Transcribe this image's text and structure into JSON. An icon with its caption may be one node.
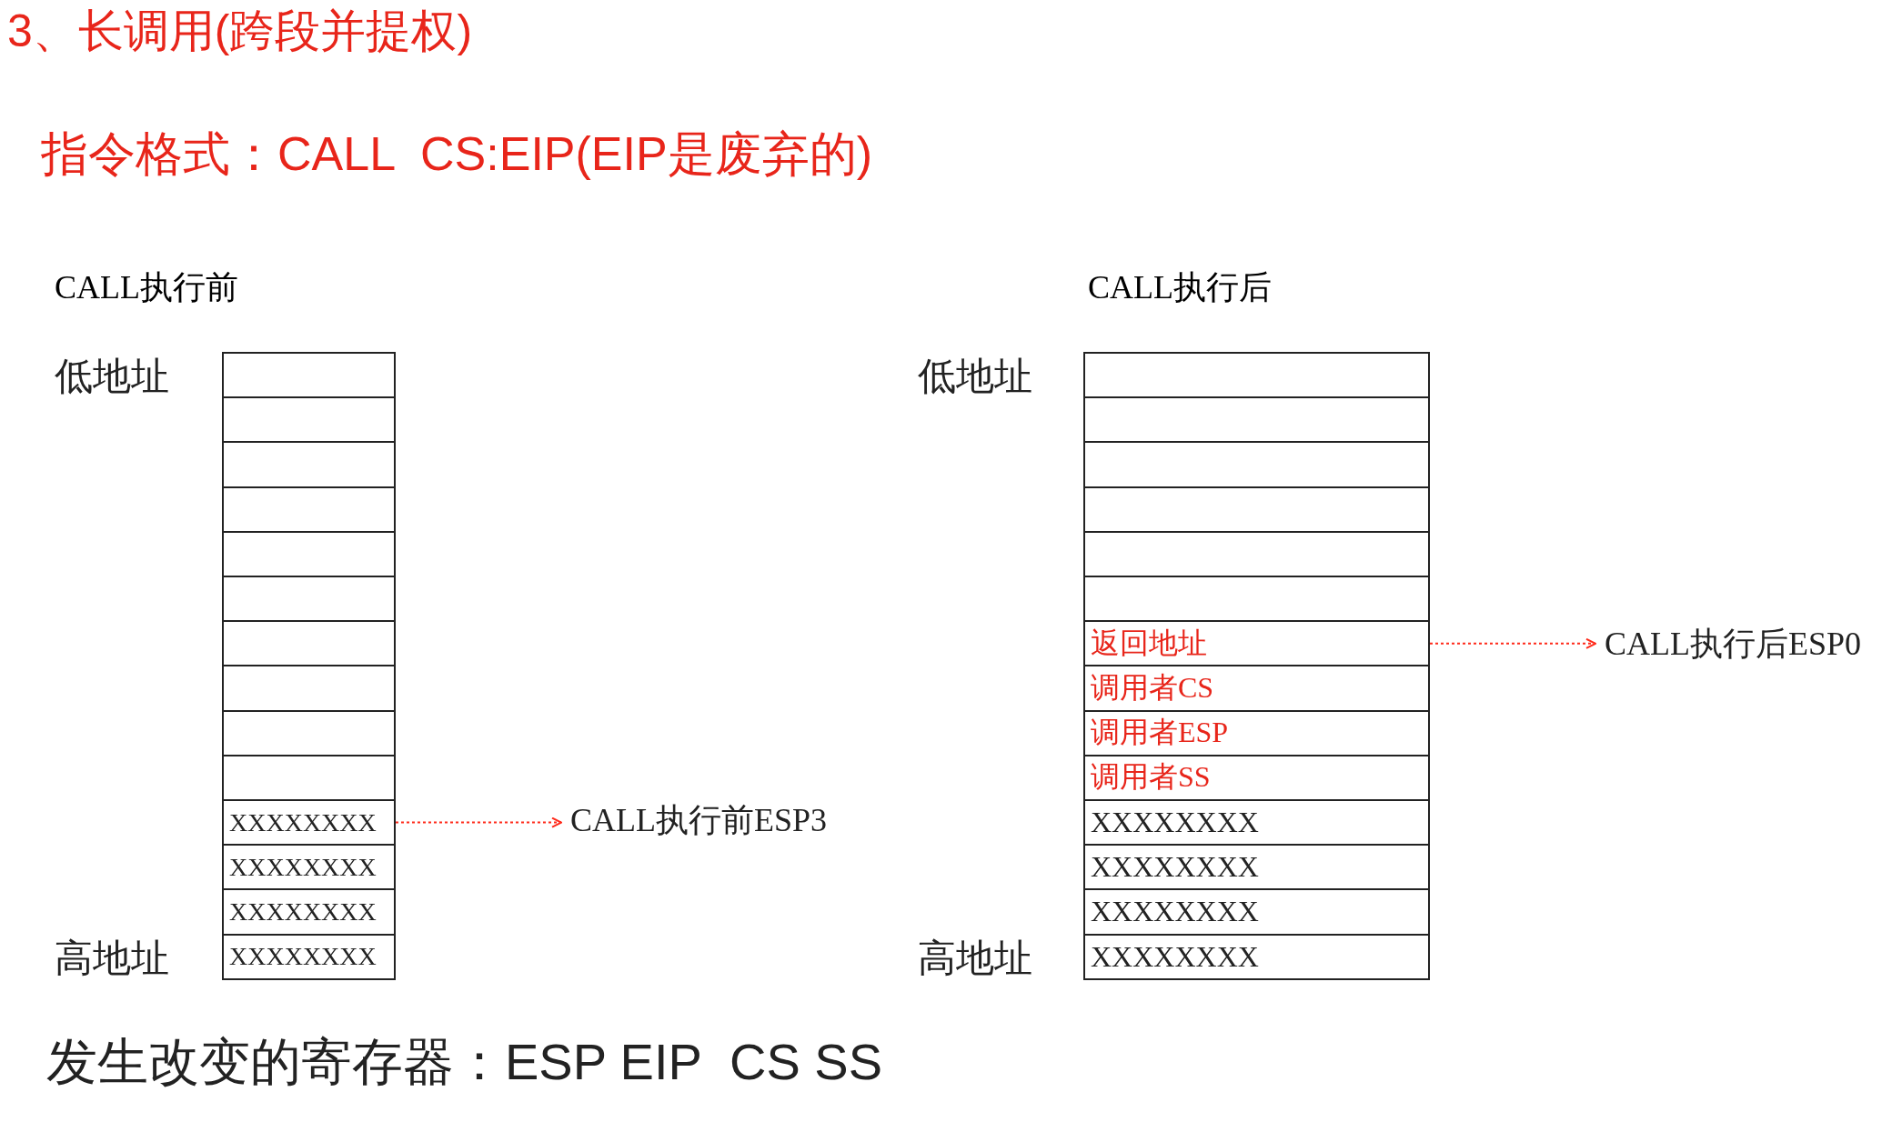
{
  "diagram": {
    "title": "3、长调用(跨段并提权)",
    "nodes": [
      {
        "text": [
          "CALL执行前"
        ]
      },
      {
        "text": [],
        "shape": "box",
        "in": 0
      },
      {
        "text": [],
        "shape": "box",
        "in": 0
      },
      {
        "text": [],
        "shape": "box",
        "in": 0
      },
      {
        "text": [],
        "shape": "box",
        "in": 0
      },
      {
        "text": [],
        "shape": "box",
        "in": 0
      },
      {
        "text": [],
        "shape": "box",
        "in": 0
      },
      {
        "text": [],
        "shape": "box",
        "in": 0
      },
      {
        "text": [],
        "shape": "box",
        "in": 0
      },
      {
        "text": [],
        "shape": "box",
        "in": 0
      },
      {
        "text": [],
        "shape": "box",
        "in": 0
      },
      {
        "text": [
          "XXXXXXXX"
        ],
        "in": 0
      },
      {
        "text": [
          "XXXXXXXX"
        ],
        "in": 0
      },
      {
        "text": [
          "XXXXXXXX"
        ],
        "in": 0
      },
      {
        "text": [
          "XXXXXXXX"
        ],
        "in": 0
      },
      {
        "text": [
          "CALL执行前ESP3"
        ]
      },
      {
        "text": [
          "CALL执行后"
        ]
      },
      {
        "text": [],
        "shape": "box",
        "in": 16
      },
      {
        "text": [],
        "shape": "box",
        "in": 16
      },
      {
        "text": [],
        "shape": "box",
        "in": 16
      },
      {
        "text": [],
        "shape": "box",
        "in": 16
      },
      {
        "text": [],
        "shape": "box",
        "in": 16
      },
      {
        "text": [],
        "shape": "box",
        "in": 16
      },
      {
        "text": [
          "返回地址"
        ],
        "in": 16
      },
      {
        "text": [
          "调用者CS"
        ],
        "in": 16
      },
      {
        "text": [
          "调用者ESP"
        ],
        "in": 16
      },
      {
        "text": [
          "调用者SS"
        ],
        "in": 16
      },
      {
        "text": [
          "XXXXXXXX"
        ],
        "in": 16
      },
      {
        "text": [
          "XXXXXXXX"
        ],
        "in": 16
      },
      {
        "text": [
          "XXXXXXXX"
        ],
        "in": 16
      },
      {
        "text": [
          "XXXXXXXX"
        ],
        "in": 16
      },
      {
        "text": [
          "CALL执行后ESP0"
        ]
      }
    ],
    "edges": [
      {
        "from": 11,
        "to": 15,
        "arrow": "to",
        "style": "dashed",
        "color": "#ff2a1a"
      },
      {
        "from": 23,
        "to": 31,
        "arrow": "to",
        "style": "dashed",
        "color": "#ff2a1a"
      }
    ],
    "labels": [
      "指令格式：CALL  CS:EIP(EIP是废弃的)",
      "低地址",
      "低地址",
      "高地址",
      "高地址",
      "发生改变的寄存器：ESP EIP  CS SS"
    ]
  }
}
